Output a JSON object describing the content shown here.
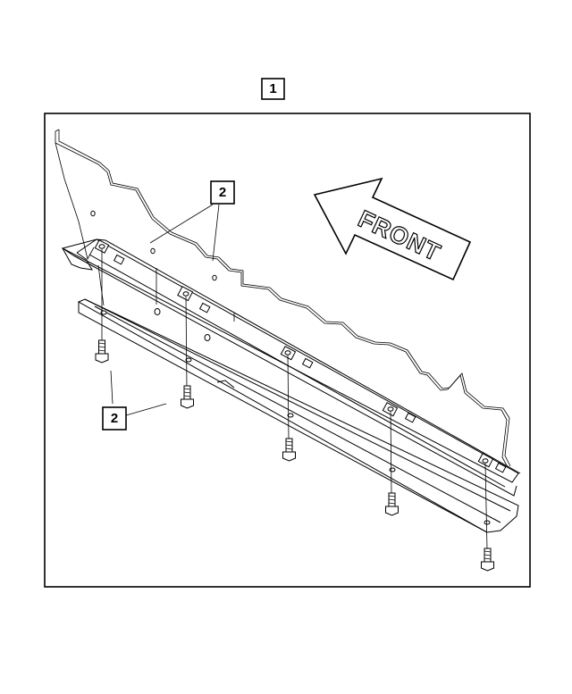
{
  "callouts": {
    "assembly": "1",
    "part_upper": "2",
    "part_lower": "2"
  },
  "direction_label": "FRONT"
}
